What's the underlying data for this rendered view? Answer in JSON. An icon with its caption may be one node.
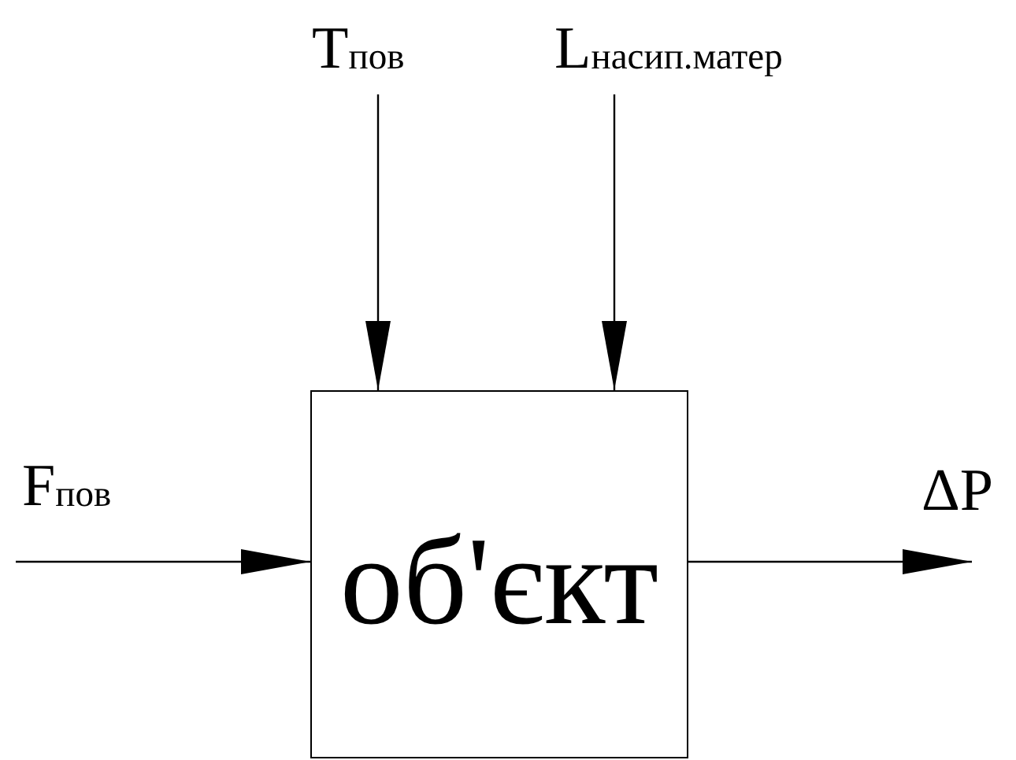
{
  "diagram": {
    "nodes": [
      {
        "text": [
          "T$_{пов}$"
        ]
      },
      {
        "text": [
          "L$_{насип.матер}$"
        ]
      },
      {
        "text": [
          "об'єкт"
        ]
      }
    ],
    "edges": [
      {
        "from": 0,
        "to": 2,
        "arrow": "to"
      },
      {
        "from": 1,
        "to": 2,
        "arrow": "to"
      },
      {
        "from": null,
        "to": 2,
        "arrow": "to",
        "label": "F$_{пов}$"
      },
      {
        "from": 2,
        "to": null,
        "arrow": "to",
        "label": "ΔP"
      }
    ]
  }
}
